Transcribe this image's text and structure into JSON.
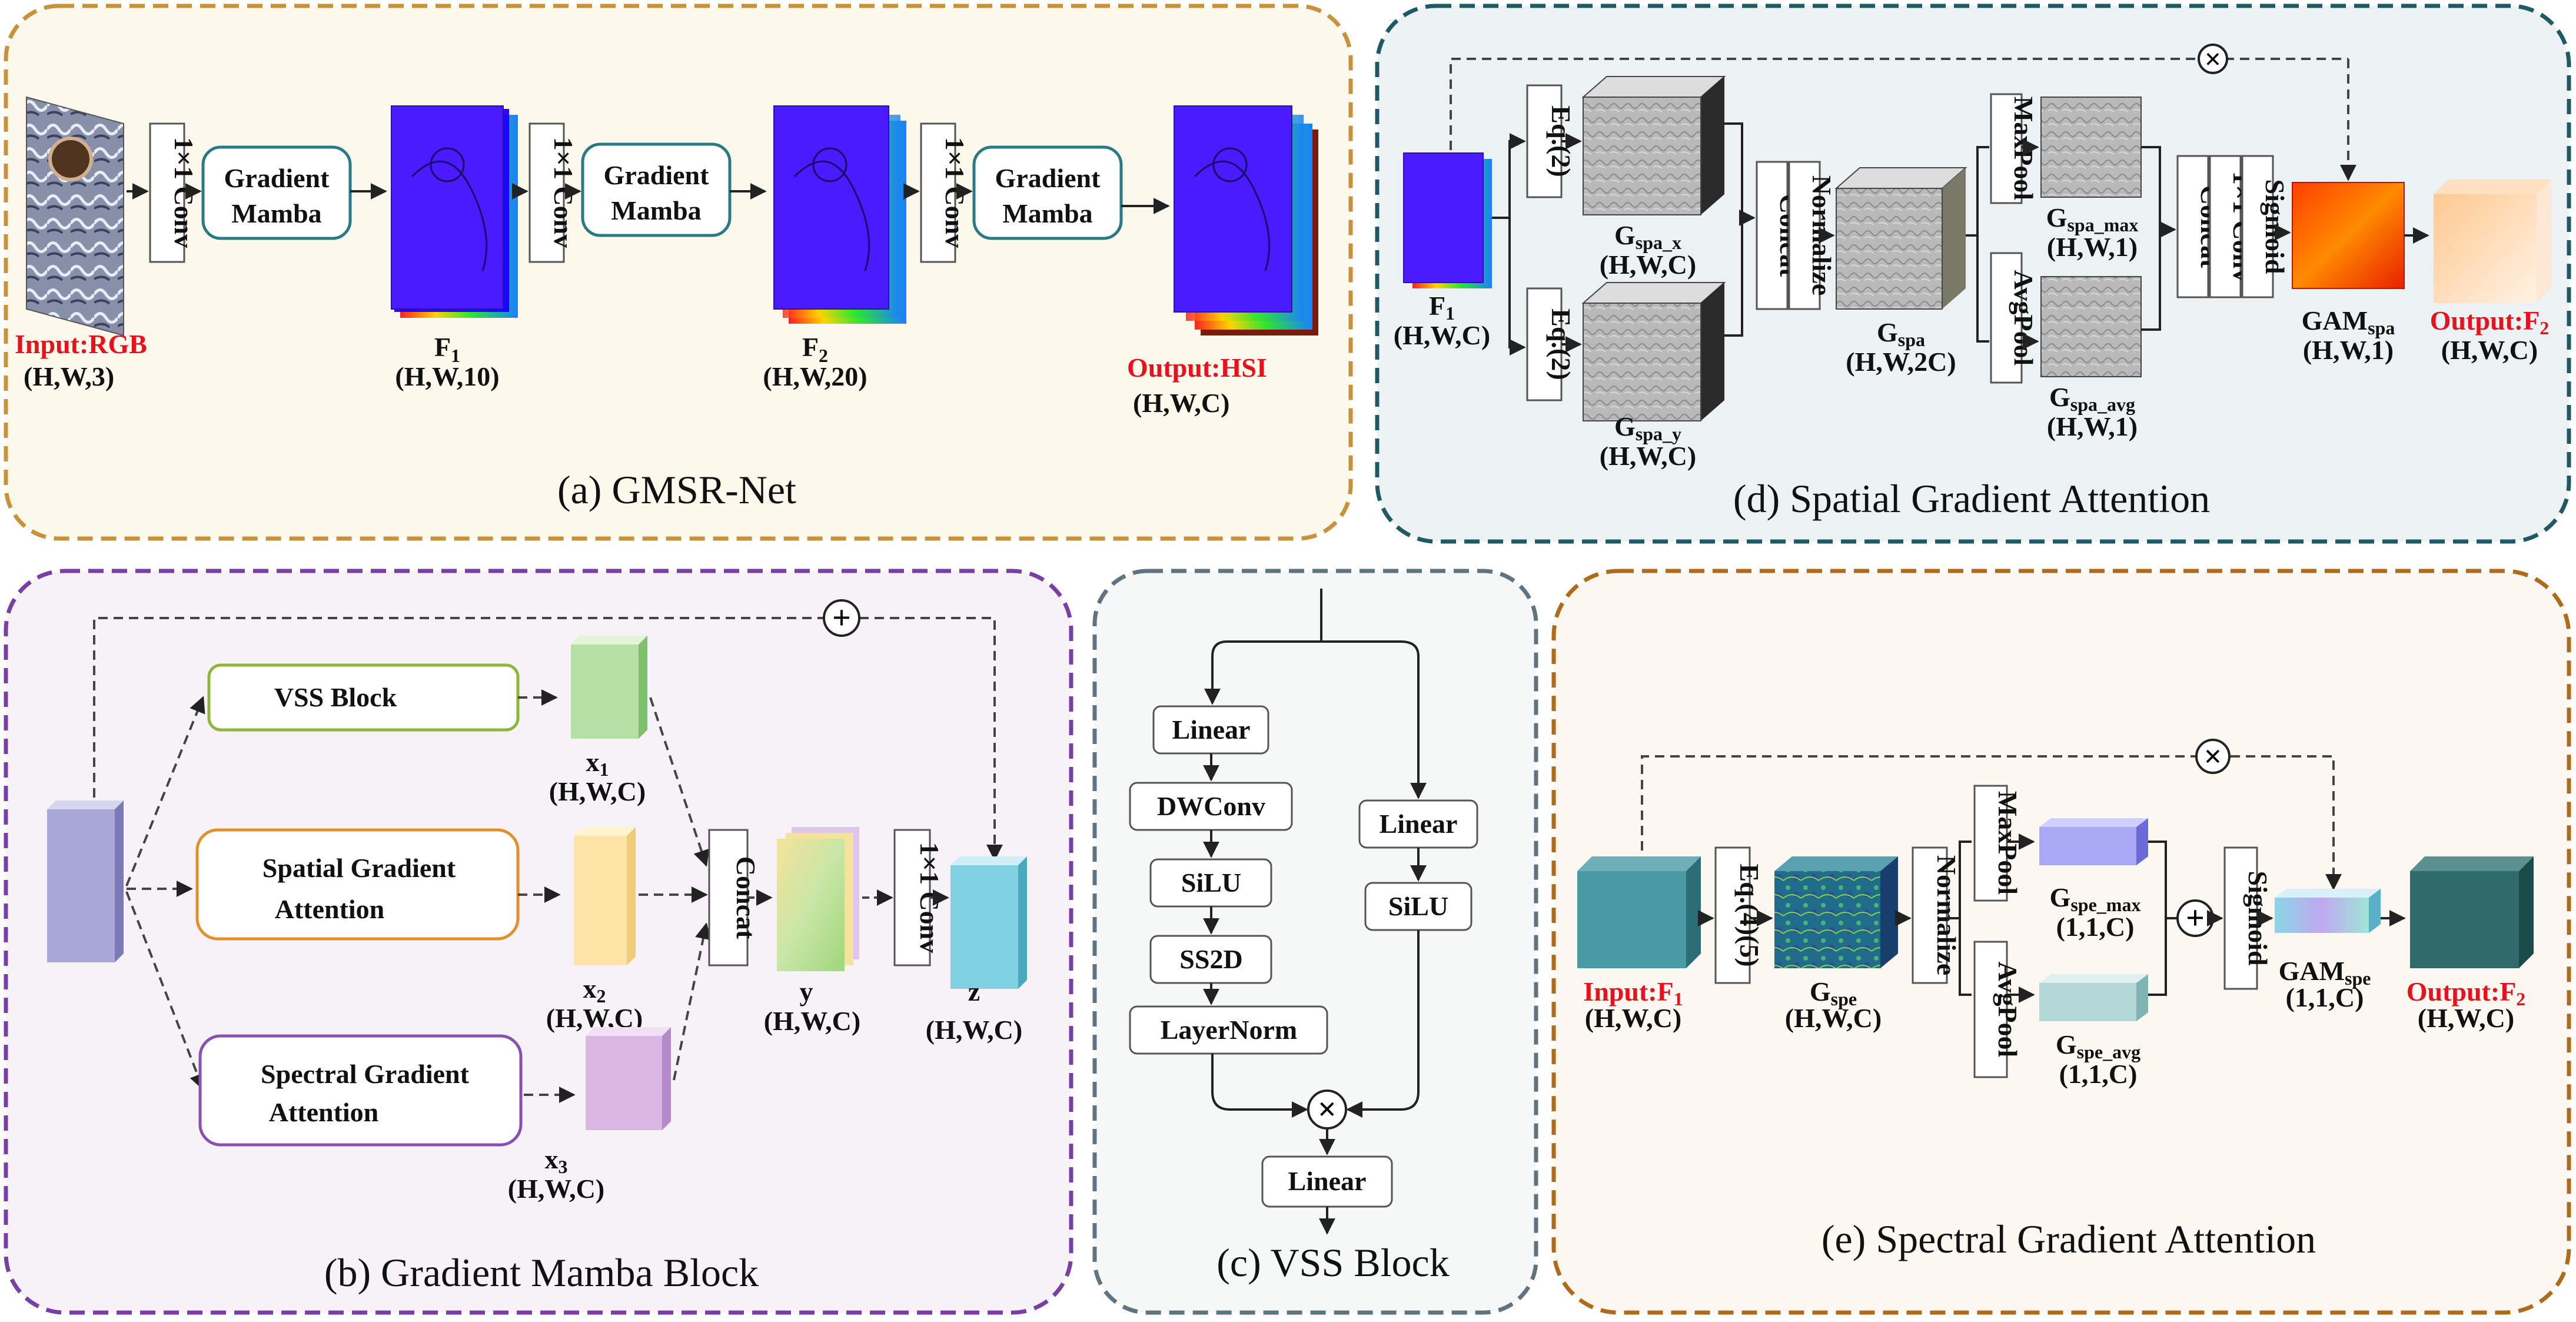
{
  "panels": {
    "a": {
      "caption": "(a)  GMSR-Net",
      "input_label": "Input:RGB",
      "input_dim": "(H,W,3)",
      "conv1": "1×1 Conv",
      "gm1": [
        "Gradient",
        "Mamba"
      ],
      "conv2": "1×1 Conv",
      "gm2": [
        "Gradient",
        "Mamba"
      ],
      "conv3": "1×1 Conv",
      "gm3": [
        "Gradient",
        "Mamba"
      ],
      "f1": "F",
      "f1_sub": "1",
      "f1_dim": "(H,W,10)",
      "f2": "F",
      "f2_sub": "2",
      "f2_dim": "(H,W,20)",
      "output_label": "Output:HSI",
      "output_dim": "(H,W,C)"
    },
    "b": {
      "caption": "(b)  Gradient Mamba Block",
      "vss": "VSS Block",
      "sga": [
        "Spatial Gradient",
        "Attention"
      ],
      "spega": [
        "Spectral Gradient",
        "Attention"
      ],
      "x1": "x",
      "x1_sub": "1",
      "x2": "x",
      "x2_sub": "2",
      "x3": "x",
      "x3_sub": "3",
      "dim": "(H,W,C)",
      "concat": "Concat",
      "conv": "1×1 Conv",
      "y": "y",
      "z": "z",
      "plus": "+"
    },
    "c": {
      "caption": "(c)  VSS Block",
      "left": [
        "Linear",
        "DWConv",
        "SiLU",
        "SS2D",
        "LayerNorm"
      ],
      "right": [
        "Linear",
        "SiLU"
      ],
      "final": "Linear"
    },
    "d": {
      "caption": "(d)  Spatial Gradient Attention",
      "f1": "F",
      "f1_sub": "1",
      "dim_c": "(H,W,C)",
      "eq1": "Eq.(2)",
      "eq2": "Eq.(2)",
      "gx": "G",
      "gx_sub": "spa_x",
      "gy": "G",
      "gy_sub": "spa_y",
      "concat": "Concat",
      "normalize": "Normalize",
      "gspa": "G",
      "gspa_sub": "spa",
      "gspa_dim": "(H,W,2C)",
      "maxpool": "MaxPool",
      "avgpool": "AvgPool",
      "gmax": "G",
      "gmax_sub": "spa_max",
      "gavg": "G",
      "gavg_sub": "spa_avg",
      "dim1": "(H,W,1)",
      "concat2": "Concat",
      "conv": "1×1 Conv",
      "sigmoid": "Sigmoid",
      "gam": "GAM",
      "gam_sub": "spa",
      "output": "Output:F",
      "output_sub": "2",
      "times": "×"
    },
    "e": {
      "caption": "(e)  Spectral Gradient Attention",
      "input": "Input:F",
      "input_sub": "1",
      "dim_c": "(H,W,C)",
      "eq": "Eq.(4)(5)",
      "normalize": "Normalize",
      "gspe": "G",
      "gspe_sub": "spe",
      "maxpool": "MaxPool",
      "avgpool": "AvgPool",
      "gmax": "G",
      "gmax_sub": "spe_max",
      "gavg": "G",
      "gavg_sub": "spe_avg",
      "dim11": "(1,1,C)",
      "sigmoid": "Sigmoid",
      "gam": "GAM",
      "gam_sub": "spe",
      "output": "Output:F",
      "output_sub": "2",
      "times": "×",
      "plus": "+"
    }
  },
  "colors": {
    "panel_a_border": "#c8913a",
    "panel_a_bg": "#fdf8ec",
    "panel_b_border": "#7a3fa6",
    "panel_b_bg": "#f6f2f8",
    "panel_c_border": "#5f7380",
    "panel_c_bg": "#f6f7f7",
    "panel_d_border": "#1f5a64",
    "panel_d_bg": "#ecf1f3",
    "panel_e_border": "#b06b1a",
    "panel_e_bg": "#fcf8f1",
    "teal_box": "#2a7a86",
    "vss_border": "#8fb53a",
    "sga_border": "#e0902c",
    "spega_border": "#8a4fb0",
    "red_text": "#e8121c"
  }
}
